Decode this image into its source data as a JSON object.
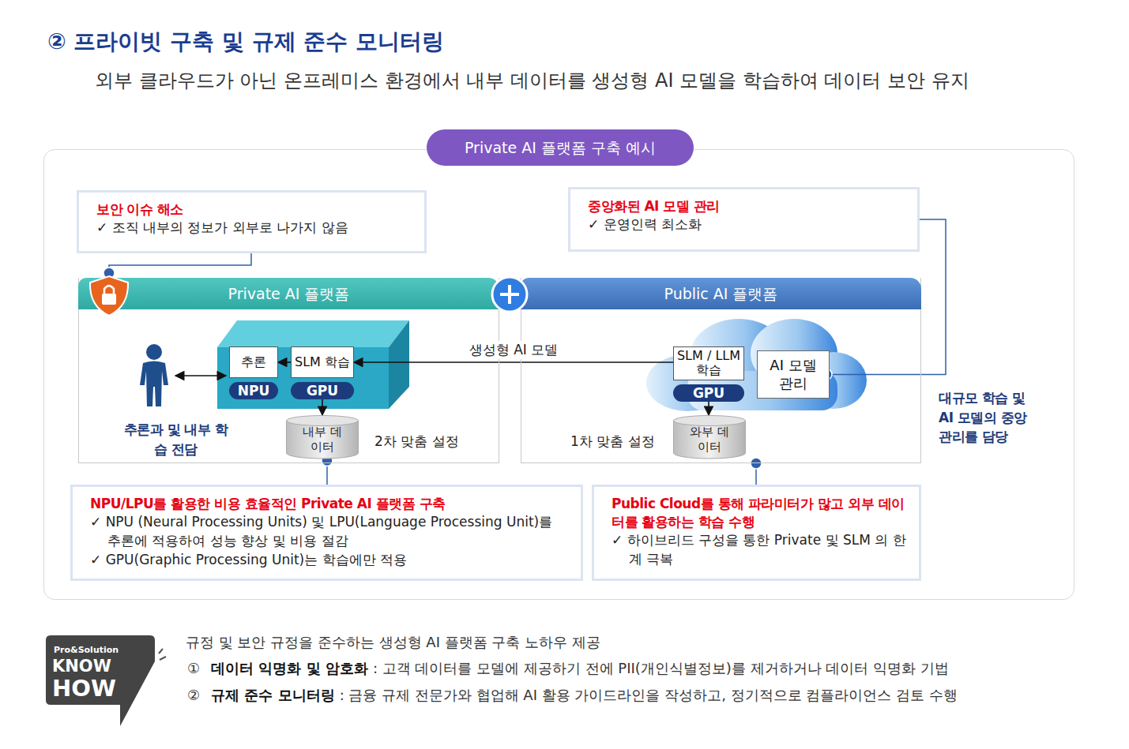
{
  "diagram": {
    "title": "② 프라이빗 구축 및 규제 준수 모니터링",
    "nodes": [
      {
        "text": [
          "Private AI 플랫폼 구축 예시"
        ]
      },
      {
        "text": [
          "보안 이슈 해소",
          "✓ 조직 내부의 정보가 외부로 나가지 않음"
        ],
        "in": 0
      },
      {
        "text": [
          "중앙화된 AI 모델 관리",
          "✓ 운영인력 최소화"
        ],
        "in": 0
      },
      {
        "text": [
          "Private AI 플랫폼"
        ],
        "in": 0
      },
      {
        "text": [
          "추론",
          "NPU"
        ],
        "in": 3
      },
      {
        "text": [
          "SLM 학습",
          "GPU"
        ],
        "in": 3
      },
      {
        "text": [
          "내부 데이터"
        ],
        "in": 3
      },
      {
        "text": [
          "Public AI 플랫폼"
        ],
        "in": 0
      },
      {
        "text": [
          "SLM / LLM학습",
          "GPU"
        ],
        "in": 7
      },
      {
        "text": [
          "AI 모델 관리"
        ],
        "in": 7
      },
      {
        "text": [
          "와부 데이터"
        ],
        "in": 7
      },
      {
        "text": [
          "NPU/LPU를 활용한 비용 효율적인 Private AI 플랫폼 구축",
          "✓ NPU (Neural Processing Units) 및 LPU(Language Processing Unit)를 추론에 적용하여 성능 향상 및 비용 절감",
          "✓ GPU(Graphic Processing Unit)는 학습에만 적용"
        ],
        "in": 0
      },
      {
        "text": [
          "Public Cloud를 통해 파라미터가 많고 외부 데이터를 활용하는 학습 수행",
          "✓ 하이브리드 구성을 통한 Private 및 SLM 의 한계 극복"
        ],
        "in": 0
      }
    ],
    "edges": [
      {
        "from": 8,
        "to": 5,
        "arrow": "to",
        "label": "생성형 AI 모델"
      },
      {
        "from": 5,
        "to": 4,
        "arrow": "to"
      },
      {
        "from": 5,
        "to": 6,
        "arrow": "to"
      },
      {
        "from": 8,
        "to": 10,
        "arrow": "to"
      },
      {
        "from": 9,
        "to": 2,
        "arrow": "none"
      },
      {
        "from": 1,
        "to": 3,
        "arrow": "none"
      },
      {
        "from": 11,
        "to": 6,
        "arrow": "none"
      },
      {
        "from": 12,
        "to": 7,
        "arrow": "none"
      }
    ],
    "labels": [
      "외부 클라우드가 아닌 온프레미스 환경에서 내부 데이터를 생성형 AI 모델을 학습하여 데이터 보안 유지",
      "추론과 및 내부 학습 전담",
      "2차 맞춤 설정",
      "1차 맞춤 설정",
      "대규모 학습 및 AI 모델의 중앙 관리를 담당",
      "Pro&Solution",
      "KNOW",
      "HOW",
      "규정 및 보안 규정을 준수하는 생성형 AI 플랫폼 구축 노하우 제공",
      "①",
      "데이터 익명화 및 암호화",
      ": 고객 데이터를 모델에 제공하기 전에 PII(개인식별정보)를 제거하거나 데이터 익명화 기법",
      "②",
      "규제 준수 모니터링",
      ": 금융 규제 전문가와 협업해 AI 활용 가이드라인을 작성하고, 정기적으로 컴플라이언스 검토 수행"
    ]
  }
}
